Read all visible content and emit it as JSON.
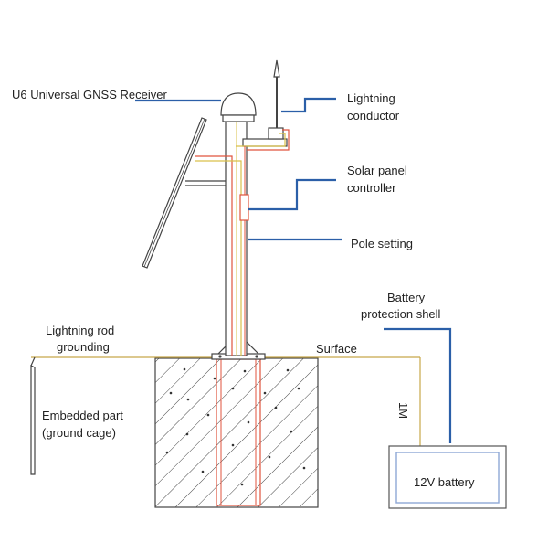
{
  "labels": {
    "receiver": "U6 Universal GNSS Receiver",
    "lightning_conductor_1": "Lightning",
    "lightning_conductor_2": "conductor",
    "solar_controller_1": "Solar panel",
    "solar_controller_2": "controller",
    "pole_setting": "Pole setting",
    "battery_shell_1": "Battery",
    "battery_shell_2": "protection shell",
    "rod_grounding_1": "Lightning rod",
    "rod_grounding_2": "grounding",
    "surface": "Surface",
    "embedded_1": "Embedded part",
    "embedded_2": "(ground cage)",
    "depth": "1M",
    "battery": "12V battery"
  },
  "colors": {
    "line": "#444444",
    "callout": "#2b5fa8",
    "red_wire": "#e0533d",
    "yellow_wire": "#d9c04a",
    "ground_wire": "#c8a84a",
    "battery_box": "#8fa8d6",
    "text": "#222222"
  }
}
